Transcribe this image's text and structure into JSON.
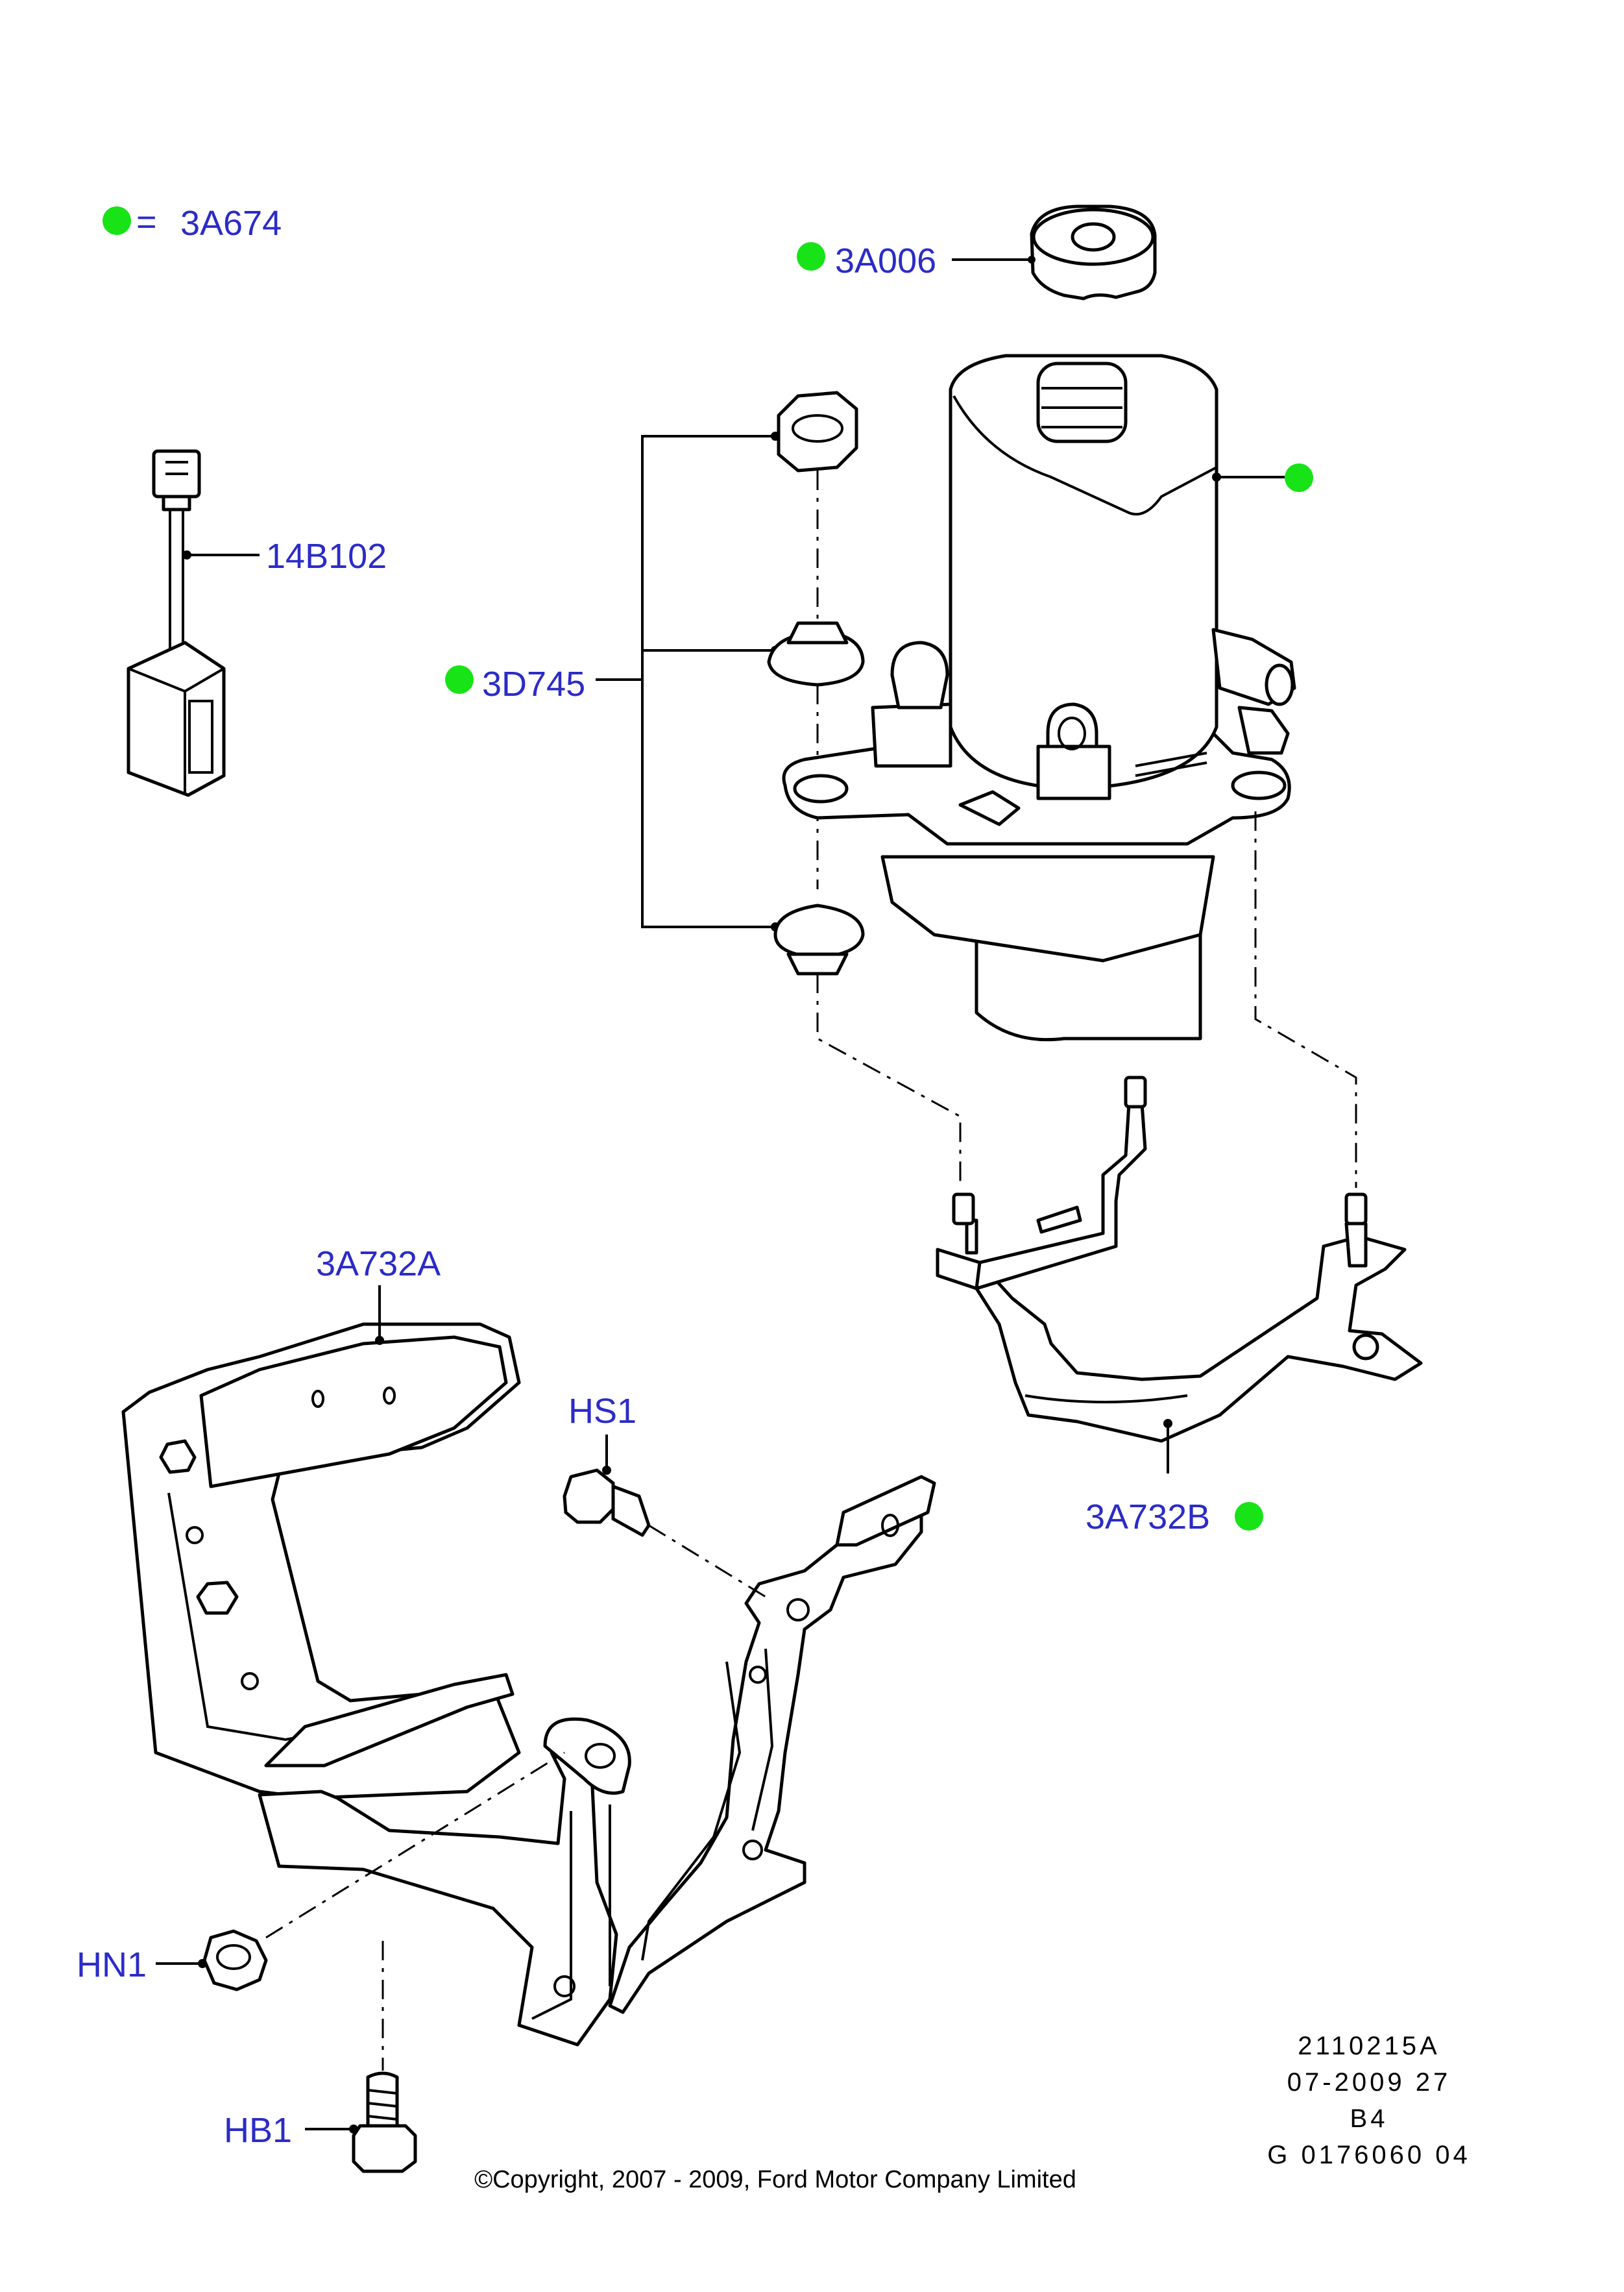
{
  "legend": {
    "marker_color": "#17e317",
    "equals": "=",
    "code": "3A674"
  },
  "callouts": {
    "c3a006": "3A006",
    "c14b102": "14B102",
    "c3d745": "3D745",
    "c3a732a": "3A732A",
    "chs1": "HS1",
    "c3a732b": "3A732B",
    "chn1": "HN1",
    "chb1": "HB1"
  },
  "meta": {
    "line1": "2110215A",
    "line2": "07-2009 27",
    "line3": "B4",
    "line4": "G 0176060 04"
  },
  "copyright": "©Copyright, 2007 - 2009, Ford Motor Company Limited",
  "colors": {
    "label_blue": "#2b2bc8",
    "marker_green": "#17e317"
  }
}
